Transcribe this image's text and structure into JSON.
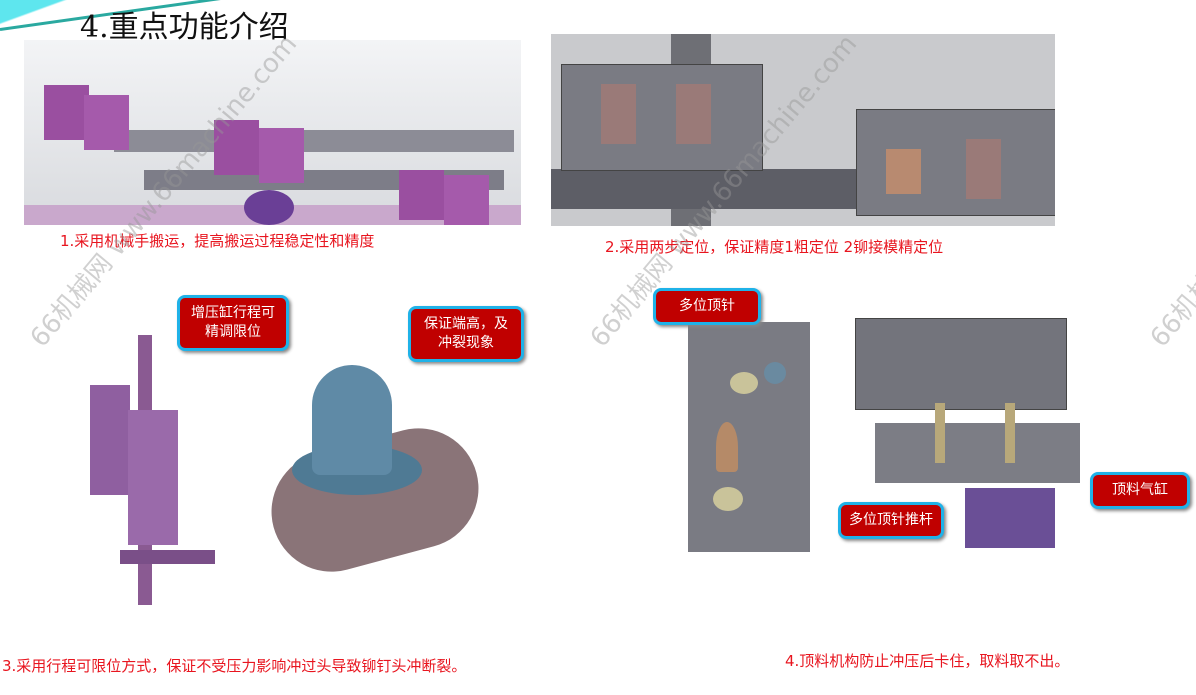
{
  "title": "4.重点功能介绍",
  "captions": {
    "c1": "1.采用机械手搬运，提高搬运过程稳定性和精度",
    "c2": "2.采用两步定位，保证精度1粗定位 2铆接模精定位",
    "c3": "3.采用行程可限位方式，保证不受压力影响冲过头导致铆钉头冲断裂。",
    "c4": "4.顶料机构防止冲压后卡住，取料取不出。"
  },
  "callouts": {
    "booster": "增压缸行程可精调限位",
    "height": "保证端高，及冲裂现象",
    "ejector_pins": "多位顶针",
    "ejector_rod": "多位顶针推杆",
    "ejector_cylinder": "顶料气缸"
  },
  "watermark": "66机械网 www.66machine.com",
  "colors": {
    "caption": "#e8151f",
    "callout_bg": "#c00000",
    "callout_border": "#1fb2e8"
  }
}
